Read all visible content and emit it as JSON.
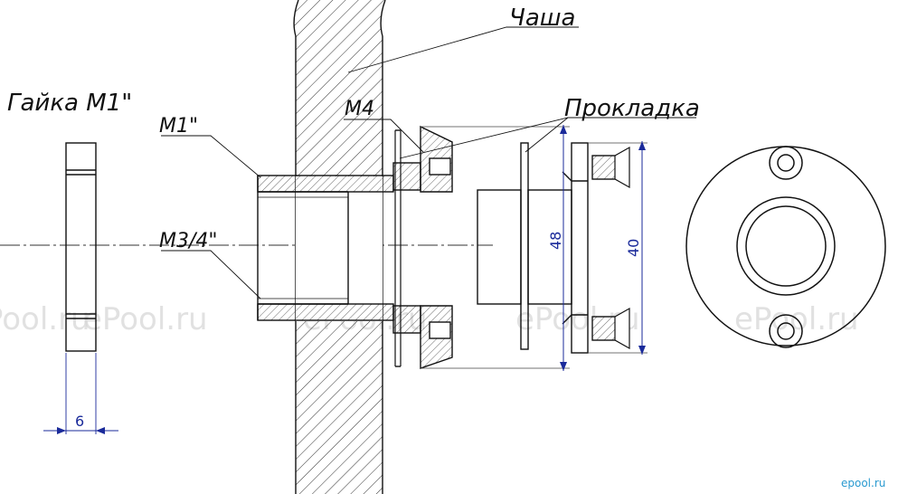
{
  "diagram": {
    "labels": {
      "nut": "Гайка M1\"",
      "bowl": "Чаша",
      "gasket": "Прокладка",
      "thread_m4": "M4",
      "thread_m1": "M1\"",
      "thread_m34": "M3/4\""
    },
    "dimensions": {
      "nut_thickness": "6",
      "outer_48": "48",
      "inner_40": "40"
    },
    "watermark": "ePool.ru",
    "brand": "epool.ru"
  },
  "colors": {
    "line": "#111111",
    "dimension": "#1a2a9a",
    "hatch": "#333333",
    "watermark": "#d8d8d8",
    "brand": "#2a9ad0"
  }
}
